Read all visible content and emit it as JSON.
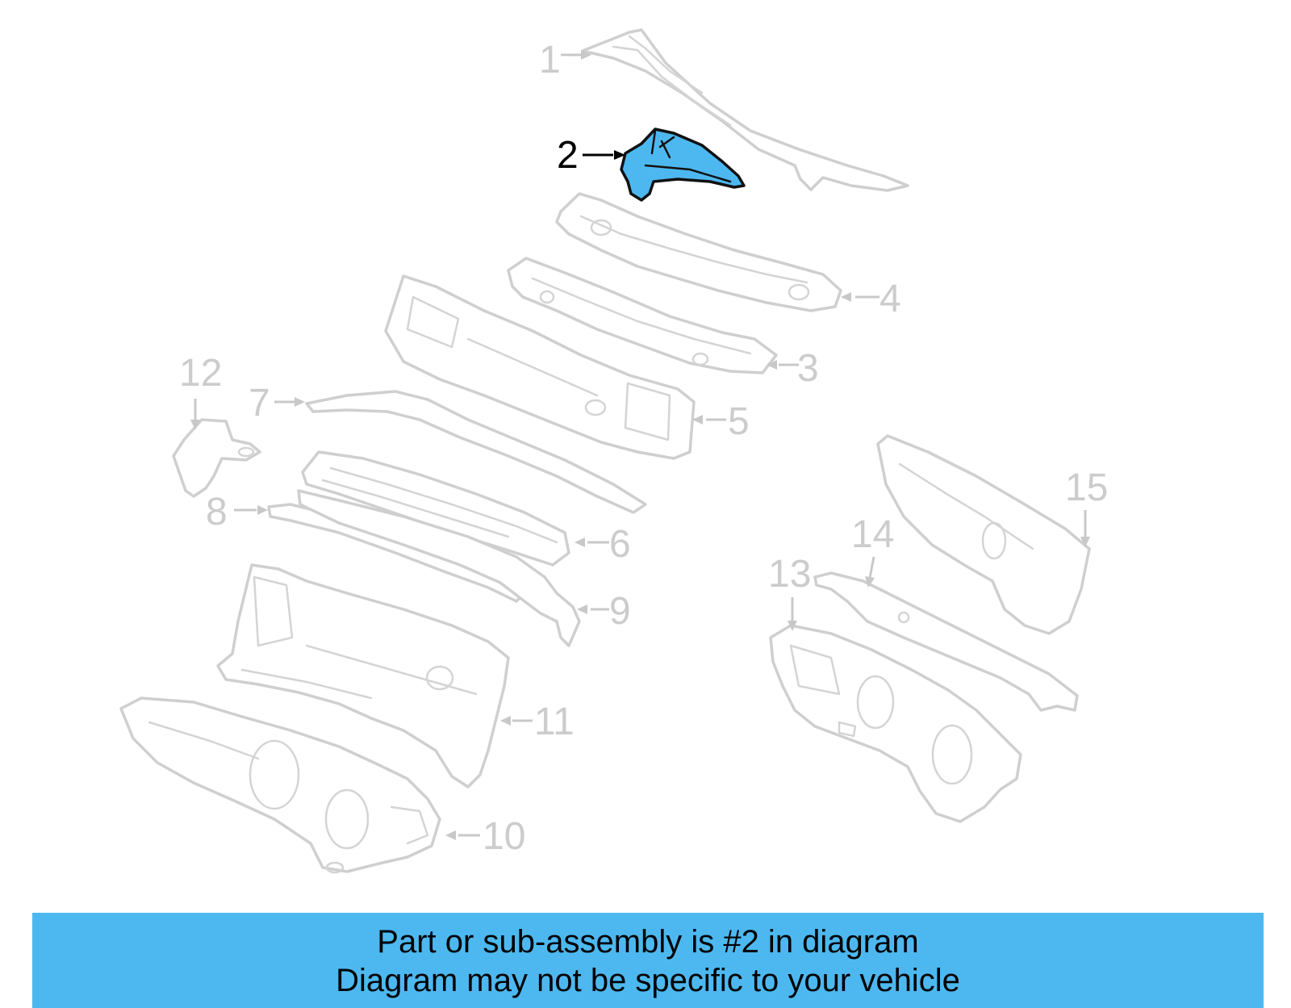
{
  "diagram": {
    "highlight_color": "#4db8f0",
    "outline_color": "#cfcfcf",
    "highlighted_part": "2",
    "callouts": [
      "1",
      "2",
      "3",
      "4",
      "5",
      "6",
      "7",
      "8",
      "9",
      "10",
      "11",
      "12",
      "13",
      "14",
      "15"
    ]
  },
  "banner": {
    "background": "#4db8f0",
    "line1": "Part or sub-assembly is #2 in diagram",
    "line2": "Diagram may not be specific to your vehicle"
  }
}
